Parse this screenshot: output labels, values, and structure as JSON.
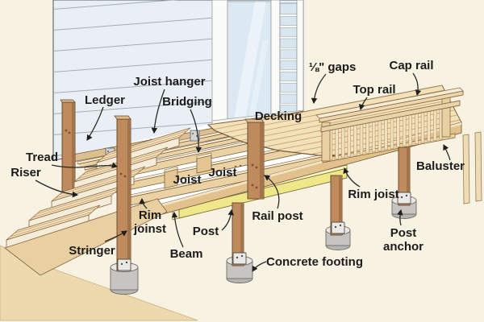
{
  "diagram": {
    "labels": {
      "ledger": "Ledger",
      "joist_hanger": "Joist hanger",
      "bridging": "Bridging",
      "decking": "Decking",
      "gaps": "⅛\" gaps",
      "top_rail": "Top rail",
      "cap_rail": "Cap rail",
      "tread": "Tread",
      "riser": "Riser",
      "joist_left": "Joist",
      "joist_right": "Joist",
      "rim_joist_left_line1": "Rim",
      "rim_joist_left_line2": "joinst",
      "post": "Post",
      "rail_post": "Rail post",
      "beam": "Beam",
      "stringer": "Stringer",
      "rim_joist_right": "Rim joist",
      "baluster": "Baluster",
      "post_anchor_line1": "Post",
      "post_anchor_line2": "anchor",
      "concrete_footing": "Concrete footing"
    },
    "colors": {
      "background": "#f7f2e1",
      "siding": "#e9eff4",
      "siding_line": "#a2aeb6",
      "glass": "#dce9f3",
      "trim_white": "#fbfbf8",
      "cutaway_white": "#ffffff",
      "decking_wood": "#f3e1ba",
      "decking_line": "#c7a273",
      "joist_wood": "#ebd2a4",
      "ledger_wood": "#ddbe8e",
      "rim_wood": "#e2c18c",
      "beam_highlight": "#efe88a",
      "post_brown": "#bf8a5c",
      "footing_grey": "#c6c5c1",
      "hanger_grey": "#d2d5d6",
      "label_text": "#1c1c1c"
    }
  }
}
